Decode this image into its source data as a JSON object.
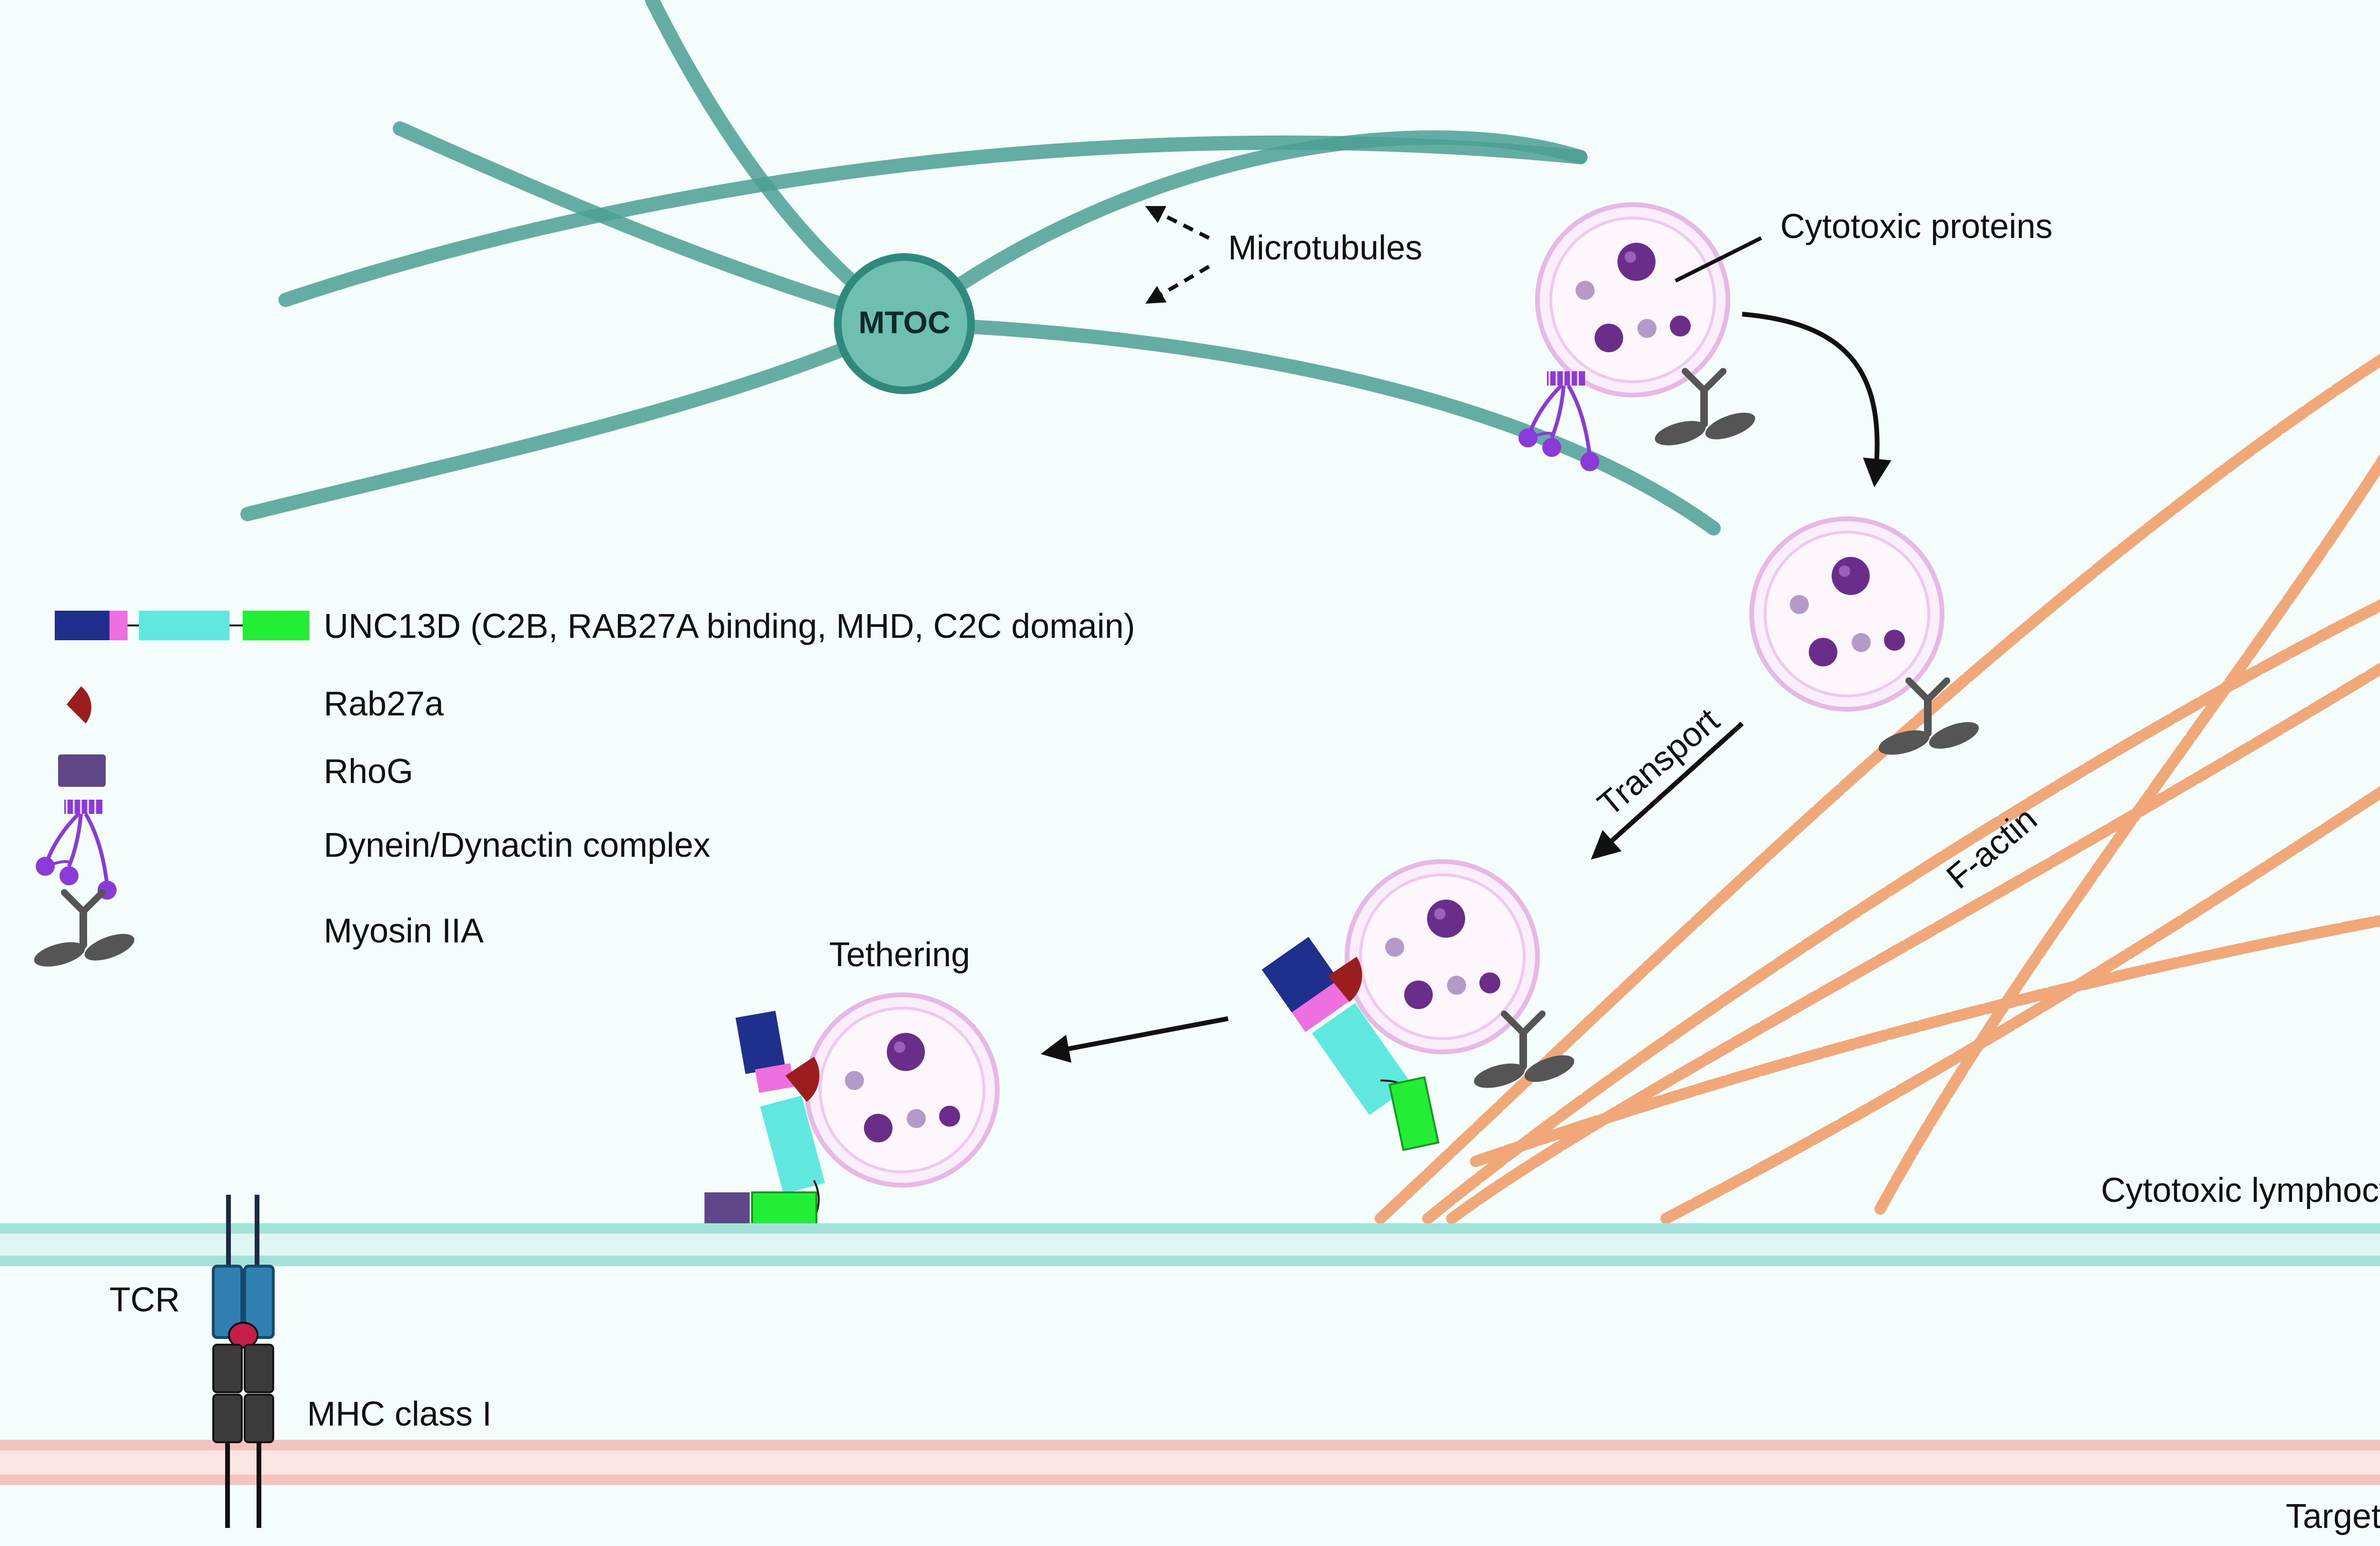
{
  "colors": {
    "background": "#f4fcfc",
    "microtubule": "#4a9f93",
    "mtoc_fill": "#6fbfb1",
    "factin": "#f0a878",
    "vesicle_ring": "#e6b8e6",
    "granule_dark": "#6a2e8a",
    "granule_light": "#b49ac6",
    "unc13d_c2b": "#1f2f8c",
    "unc13d_rab27_binding": "#ee6fe0",
    "unc13d_mhd": "#5ee8de",
    "unc13d_c2c": "#22ee33",
    "rab27a": "#9b1d1d",
    "rhog": "#5f4688",
    "dynein": "#8a3ad6",
    "myosin": "#555555",
    "lymphocyte_membrane": "#a3e2d8",
    "target_membrane": "#f3c3c0",
    "tcr": "#2f7fb0",
    "mhc": "#3b3b3b",
    "peptide": "#c41e4a"
  },
  "labels": {
    "mtoc": "MTOC",
    "microtubules": "Microtubules",
    "cytotoxic_proteins": "Cytotoxic proteins",
    "transport": "Transport",
    "factin": "F-actin",
    "tethering": "Tethering",
    "cytotoxic_lymphocytes": "Cytotoxic lymphocytes",
    "tcr": "TCR",
    "mhc": "MHC class I",
    "target_cell": "Target cell"
  },
  "legend": [
    {
      "icon": "unc13d-domains-icon",
      "text": "UNC13D (C2B, RAB27A binding, MHD, C2C domain)"
    },
    {
      "icon": "rab27a-icon",
      "text": "Rab27a"
    },
    {
      "icon": "rhog-icon",
      "text": "RhoG"
    },
    {
      "icon": "dynein-dynactin-icon",
      "text": "Dynein/Dynactin complex"
    },
    {
      "icon": "myosin-iia-icon",
      "text": "Myosin IIA"
    }
  ]
}
